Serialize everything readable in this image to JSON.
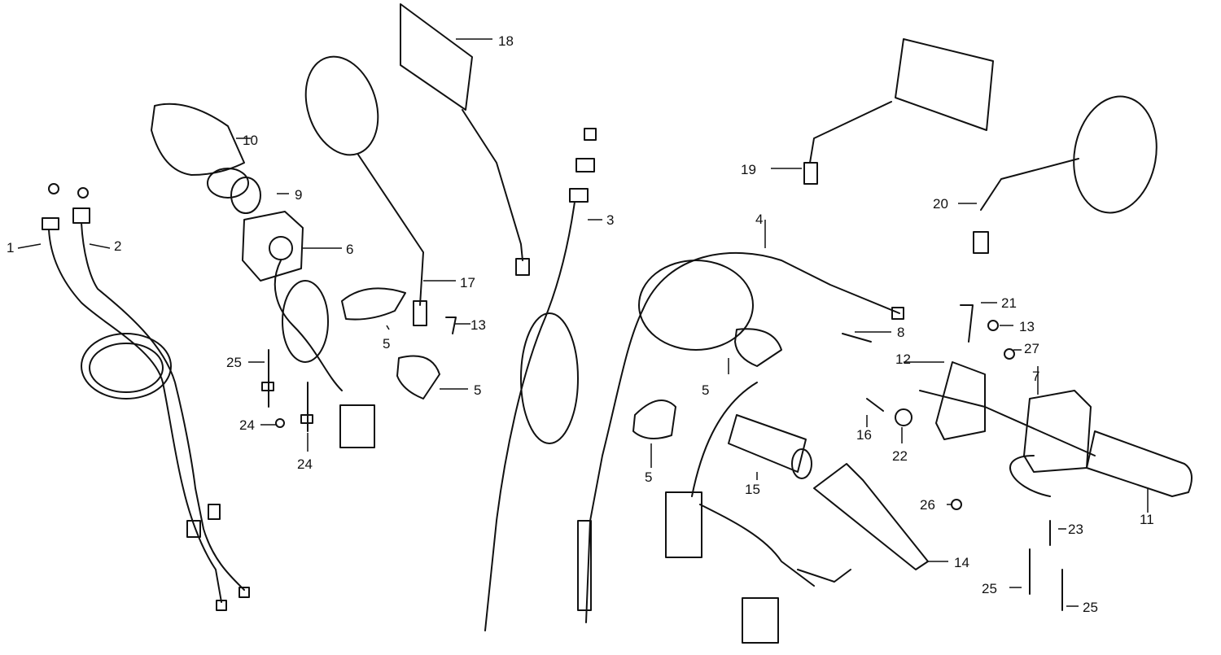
{
  "diagram": {
    "labels": {
      "p1": "1",
      "p2": "2",
      "p3": "3",
      "p4": "4",
      "p5a": "5",
      "p5b": "5",
      "p5c": "5",
      "p5d": "5",
      "p6": "6",
      "p7": "7",
      "p8": "8",
      "p9": "9",
      "p10": "10",
      "p11": "11",
      "p12": "12",
      "p13a": "13",
      "p13b": "13",
      "p14": "14",
      "p15": "15",
      "p16": "16",
      "p17": "17",
      "p18": "18",
      "p19": "19",
      "p20": "20",
      "p21": "21",
      "p22": "22",
      "p23": "23",
      "p24a": "24",
      "p24b": "24",
      "p25a": "25",
      "p25b": "25",
      "p25c": "25",
      "p26": "26",
      "p27": "27"
    }
  }
}
